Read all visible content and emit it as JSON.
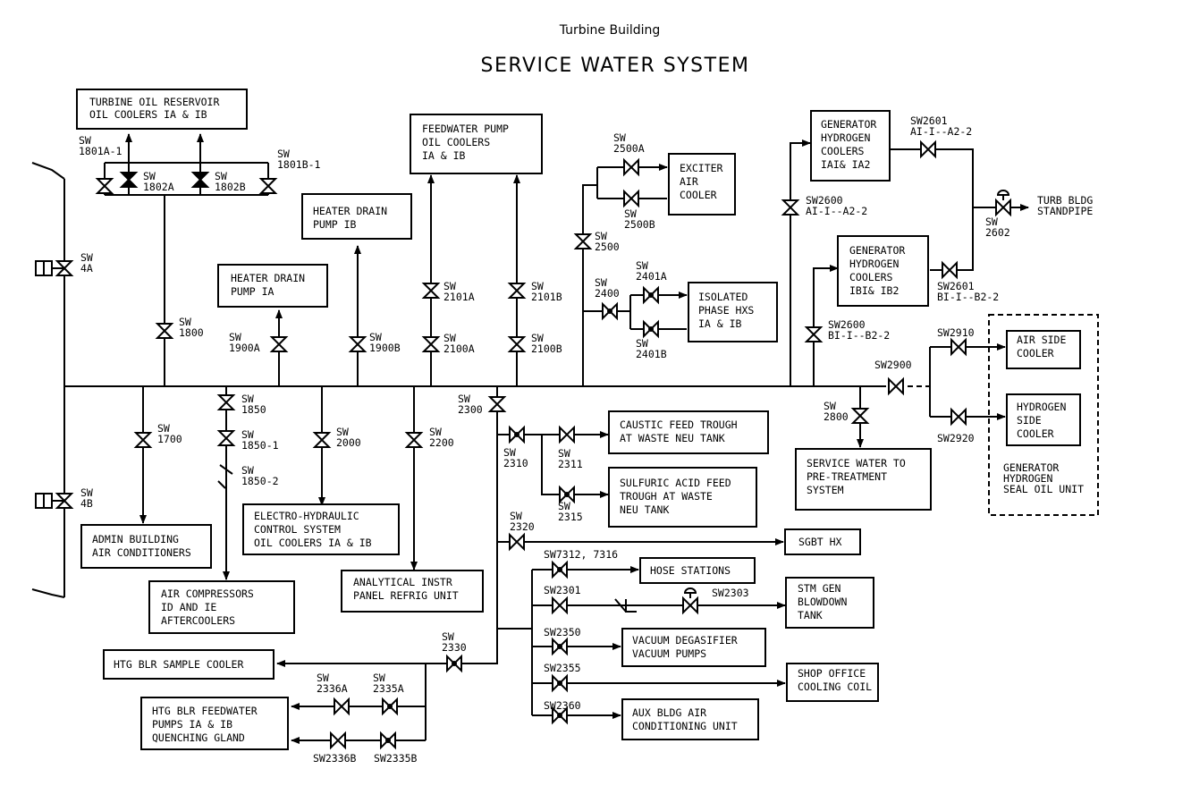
{
  "header": {
    "subtitle": "Turbine Building",
    "title": "SERVICE WATER SYSTEM"
  },
  "boxes": [
    {
      "id": "turbine-oil-reservoir",
      "lines": [
        "TURBINE OIL RESERVOIR",
        "OIL COOLERS IA & IB"
      ]
    },
    {
      "id": "feedwater-pump-oil-coolers",
      "lines": [
        "FEEDWATER PUMP",
        "OIL COOLERS",
        "IA & IB"
      ]
    },
    {
      "id": "heater-drain-pump-ib",
      "lines": [
        "HEATER DRAIN",
        "PUMP IB"
      ]
    },
    {
      "id": "heater-drain-pump-ia",
      "lines": [
        "HEATER DRAIN",
        "PUMP IA"
      ]
    },
    {
      "id": "exciter-air-cooler",
      "lines": [
        "EXCITER",
        "AIR",
        "COOLER"
      ]
    },
    {
      "id": "isolated-phase-hxs",
      "lines": [
        "ISOLATED",
        "PHASE HXS",
        "IA & IB"
      ]
    },
    {
      "id": "gen-hydrogen-coolers-ia",
      "lines": [
        "GENERATOR",
        "HYDROGEN",
        "COOLERS",
        "IAI& IA2"
      ]
    },
    {
      "id": "gen-hydrogen-coolers-ib",
      "lines": [
        "GENERATOR",
        "HYDROGEN",
        "COOLERS",
        "IBI& IB2"
      ]
    },
    {
      "id": "air-side-cooler",
      "lines": [
        "AIR SIDE",
        "COOLER"
      ]
    },
    {
      "id": "hydrogen-side-cooler",
      "lines": [
        "HYDROGEN",
        "SIDE",
        "COOLER"
      ]
    },
    {
      "id": "caustic-feed-trough",
      "lines": [
        "CAUSTIC FEED TROUGH",
        "AT WASTE NEU TANK"
      ]
    },
    {
      "id": "sulfuric-acid-feed",
      "lines": [
        "SULFURIC ACID FEED",
        "TROUGH AT WASTE",
        "NEU TANK"
      ]
    },
    {
      "id": "service-water-pretreatment",
      "lines": [
        "SERVICE WATER TO",
        "PRE-TREATMENT",
        "SYSTEM"
      ]
    },
    {
      "id": "sgbt-hx",
      "lines": [
        "SGBT HX"
      ]
    },
    {
      "id": "hose-stations",
      "lines": [
        "HOSE STATIONS"
      ]
    },
    {
      "id": "stm-gen-blowdown",
      "lines": [
        "STM GEN",
        "BLOWDOWN",
        "TANK"
      ]
    },
    {
      "id": "vacuum-degasifier",
      "lines": [
        "VACUUM DEGASIFIER",
        "VACUUM PUMPS"
      ]
    },
    {
      "id": "shop-office-cooling",
      "lines": [
        "SHOP OFFICE",
        "COOLING COIL"
      ]
    },
    {
      "id": "aux-bldg-air",
      "lines": [
        "AUX BLDG AIR",
        "CONDITIONING UNIT"
      ]
    },
    {
      "id": "admin-building",
      "lines": [
        "ADMIN BUILDING",
        "AIR CONDITIONERS"
      ]
    },
    {
      "id": "air-compressors",
      "lines": [
        "AIR COMPRESSORS",
        "ID AND IE",
        "AFTERCOOLERS"
      ]
    },
    {
      "id": "electro-hydraulic",
      "lines": [
        "ELECTRO-HYDRAULIC",
        "CONTROL SYSTEM",
        "OIL COOLERS IA & IB"
      ]
    },
    {
      "id": "analytical-instr",
      "lines": [
        "ANALYTICAL INSTR",
        "PANEL REFRIG UNIT"
      ]
    },
    {
      "id": "htg-blr-sample",
      "lines": [
        "HTG BLR SAMPLE COOLER"
      ]
    },
    {
      "id": "htg-blr-feedwater",
      "lines": [
        "HTG BLR FEEDWATER",
        "PUMPS IA & IB",
        "QUENCHING GLAND"
      ]
    }
  ],
  "labels": [
    {
      "id": "sw1801a",
      "lines": [
        "SW",
        "1801A-1"
      ]
    },
    {
      "id": "sw1802a",
      "lines": [
        "SW",
        "1802A"
      ]
    },
    {
      "id": "sw1802b",
      "lines": [
        "SW",
        "1802B"
      ]
    },
    {
      "id": "sw1801b",
      "lines": [
        "SW",
        "1801B-1"
      ]
    },
    {
      "id": "sw4a",
      "lines": [
        "SW",
        "4A"
      ]
    },
    {
      "id": "sw4b",
      "lines": [
        "SW",
        "4B"
      ]
    },
    {
      "id": "sw1800",
      "lines": [
        "SW",
        "1800"
      ]
    },
    {
      "id": "sw1900a",
      "lines": [
        "SW",
        "1900A"
      ]
    },
    {
      "id": "sw1900b",
      "lines": [
        "SW",
        "1900B"
      ]
    },
    {
      "id": "sw2101a",
      "lines": [
        "SW",
        "2101A"
      ]
    },
    {
      "id": "sw2100a",
      "lines": [
        "SW",
        "2100A"
      ]
    },
    {
      "id": "sw2101b",
      "lines": [
        "SW",
        "2101B"
      ]
    },
    {
      "id": "sw2100b",
      "lines": [
        "SW",
        "2100B"
      ]
    },
    {
      "id": "sw2500a",
      "lines": [
        "SW",
        "2500A"
      ]
    },
    {
      "id": "sw2500b",
      "lines": [
        "SW",
        "2500B"
      ]
    },
    {
      "id": "sw2500",
      "lines": [
        "SW",
        "2500"
      ]
    },
    {
      "id": "sw2400",
      "lines": [
        "SW",
        "2400"
      ]
    },
    {
      "id": "sw2401a",
      "lines": [
        "SW",
        "2401A"
      ]
    },
    {
      "id": "sw2401b",
      "lines": [
        "SW",
        "2401B"
      ]
    },
    {
      "id": "sw2600a",
      "lines": [
        "SW2600",
        "AI-I--A2-2"
      ]
    },
    {
      "id": "sw2601a",
      "lines": [
        "SW2601",
        "AI-I--A2-2"
      ]
    },
    {
      "id": "sw2602",
      "lines": [
        "SW",
        "2602"
      ]
    },
    {
      "id": "turb-bldg-standpipe",
      "lines": [
        "TURB BLDG",
        "STANDPIPE"
      ]
    },
    {
      "id": "sw2601b",
      "lines": [
        "SW2601",
        "BI-I--B2-2"
      ]
    },
    {
      "id": "sw2600b",
      "lines": [
        "SW2600",
        "BI-I--B2-2"
      ]
    },
    {
      "id": "sw2910",
      "lines": [
        "SW2910"
      ]
    },
    {
      "id": "sw2900",
      "lines": [
        "SW2900"
      ]
    },
    {
      "id": "sw2920",
      "lines": [
        "SW2920"
      ]
    },
    {
      "id": "sw2800",
      "lines": [
        "SW",
        "2800"
      ]
    },
    {
      "id": "gen-seal-oil",
      "lines": [
        "GENERATOR",
        "HYDROGEN",
        "SEAL OIL UNIT"
      ]
    },
    {
      "id": "sw1700",
      "lines": [
        "SW",
        "1700"
      ]
    },
    {
      "id": "sw1850",
      "lines": [
        "SW",
        "1850"
      ]
    },
    {
      "id": "sw1850-1",
      "lines": [
        "SW",
        "1850-1"
      ]
    },
    {
      "id": "sw1850-2",
      "lines": [
        "SW",
        "1850-2"
      ]
    },
    {
      "id": "sw2000",
      "lines": [
        "SW",
        "2000"
      ]
    },
    {
      "id": "sw2200",
      "lines": [
        "SW",
        "2200"
      ]
    },
    {
      "id": "sw2300",
      "lines": [
        "SW",
        "2300"
      ]
    },
    {
      "id": "sw2310",
      "lines": [
        "SW",
        "2310"
      ]
    },
    {
      "id": "sw2311",
      "lines": [
        "SW",
        "2311"
      ]
    },
    {
      "id": "sw2315",
      "lines": [
        "SW",
        "2315"
      ]
    },
    {
      "id": "sw2320",
      "lines": [
        "SW",
        "2320"
      ]
    },
    {
      "id": "sw7312",
      "lines": [
        "SW7312, 7316"
      ]
    },
    {
      "id": "sw2301",
      "lines": [
        "SW2301"
      ]
    },
    {
      "id": "sw2303",
      "lines": [
        "SW2303"
      ]
    },
    {
      "id": "sw2350",
      "lines": [
        "SW2350"
      ]
    },
    {
      "id": "sw2355",
      "lines": [
        "SW2355"
      ]
    },
    {
      "id": "sw2360",
      "lines": [
        "SW2360"
      ]
    },
    {
      "id": "sw2330",
      "lines": [
        "SW",
        "2330"
      ]
    },
    {
      "id": "sw2336a",
      "lines": [
        "SW",
        "2336A"
      ]
    },
    {
      "id": "sw2335a",
      "lines": [
        "SW",
        "2335A"
      ]
    },
    {
      "id": "sw2336b",
      "lines": [
        "SW2336B"
      ]
    },
    {
      "id": "sw2335b",
      "lines": [
        "SW2335B"
      ]
    }
  ]
}
